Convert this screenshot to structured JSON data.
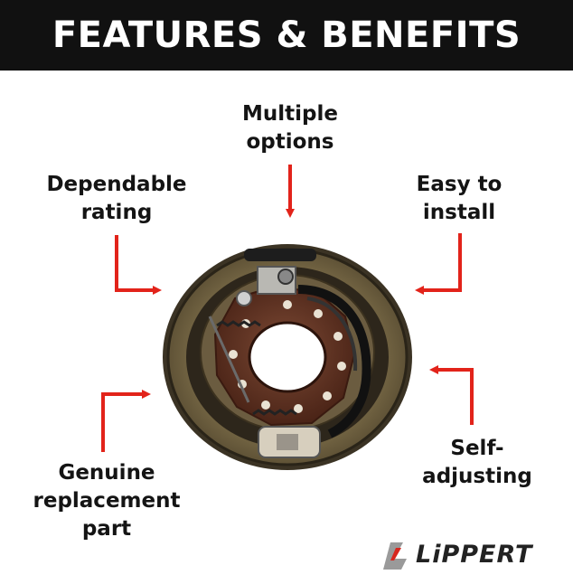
{
  "banner": {
    "title": "FEATURES & BENEFITS"
  },
  "labels": {
    "multiple_options": [
      "Multiple",
      "options"
    ],
    "dependable_rating": [
      "Dependable",
      "rating"
    ],
    "easy_to_install": [
      "Easy to",
      "install"
    ],
    "genuine_replacement_part": [
      "Genuine",
      "replacement",
      "part"
    ],
    "self_adjusting": [
      "Self-",
      "adjusting"
    ]
  },
  "logo": {
    "brand": "LiPPERT"
  },
  "image": {
    "subject": "brake-assembly"
  },
  "colors": {
    "banner": "#111111",
    "arrow": "#e2231a",
    "text": "#141414",
    "logo_red": "#d7261e",
    "logo_gray": "#9a9a9a"
  }
}
